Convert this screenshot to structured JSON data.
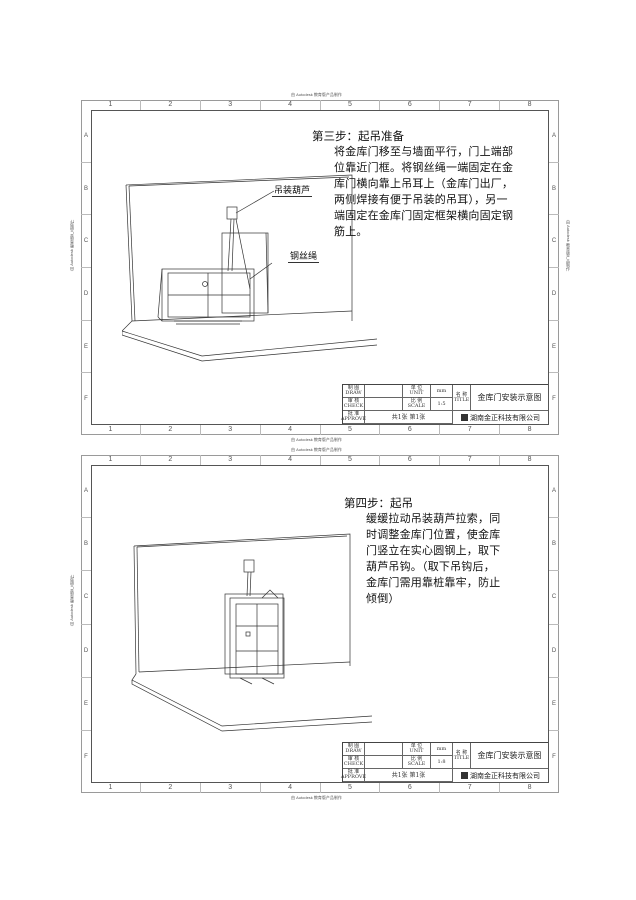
{
  "sheets": [
    {
      "top_note": "由 Autodesk 教育版产品制作",
      "bottom_note": "由 Autodesk 教育版产品制作",
      "side_note": "由 Autodesk 教育版产品制作",
      "columns": [
        "1",
        "2",
        "3",
        "4",
        "5",
        "6",
        "7",
        "8"
      ],
      "rows": [
        "A",
        "B",
        "C",
        "D",
        "E",
        "F"
      ],
      "step_title": "第三步：起吊准备",
      "step_lines": [
        "将金库门移至与墙面平行，门上端部",
        "位靠近门框。将钢丝绳一端固定在金",
        "库门横向靠上吊耳上（金库门出厂，",
        "两侧焊接有便于吊装的吊耳），另一",
        "端固定在金库门固定框架横向固定钢",
        "筋上。"
      ],
      "callouts": [
        "吊装葫芦",
        "钢丝绳"
      ],
      "title_block": {
        "draw_label": "制 图\nDRAW",
        "check_label": "审 核\nCHECK",
        "approve_label": "批 准\nAPPROVE",
        "unit_label": "单 位\nUNIT",
        "unit_value": "mm",
        "scale_label": "比 例\nSCALE",
        "scale_value": "1:5",
        "sheet_info": "共1张 第1张",
        "name_label": "名 称\nTITLE",
        "drawing_title": "金库门安装示意图",
        "company": "湖南金正科技有限公司"
      }
    },
    {
      "top_note": "由 Autodesk 教育版产品制作",
      "bottom_note": "由 Autodesk 教育版产品制作",
      "side_note": "由 Autodesk 教育版产品制作",
      "columns": [
        "1",
        "2",
        "3",
        "4",
        "5",
        "6",
        "7",
        "8"
      ],
      "rows": [
        "A",
        "B",
        "C",
        "D",
        "E",
        "F"
      ],
      "step_title": "第四步：起吊",
      "step_lines": [
        "缓缓拉动吊装葫芦拉索，同",
        "时调整金库门位置，使金库",
        "门竖立在实心圆钢上，取下",
        "葫芦吊钩。（取下吊钩后，",
        "金库门需用靠桩靠牢，防止",
        "倾倒）"
      ],
      "title_block": {
        "draw_label": "制 图\nDRAW",
        "check_label": "审 核\nCHECK",
        "approve_label": "批 准\nAPPROVE",
        "unit_label": "单 位\nUNIT",
        "unit_value": "mm",
        "scale_label": "比 例\nSCALE",
        "scale_value": "1:8",
        "sheet_info": "共1张 第1张",
        "name_label": "名 称\nTITLE",
        "drawing_title": "金库门安装示意图",
        "company": "湖南金正科技有限公司"
      }
    }
  ]
}
